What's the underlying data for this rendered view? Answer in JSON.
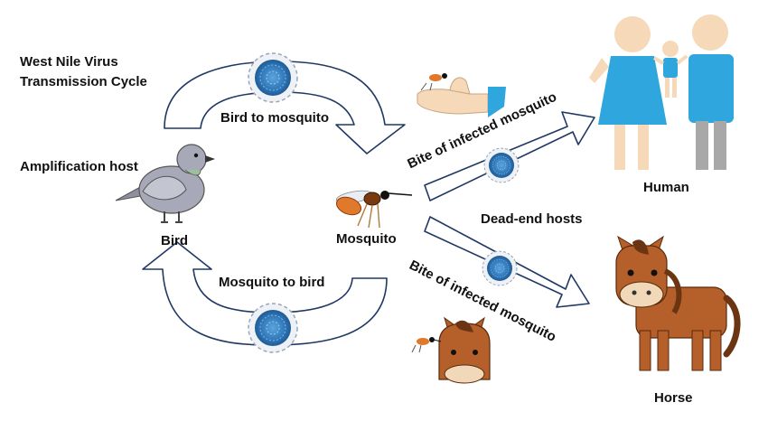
{
  "title": {
    "line1": "West Nile Virus",
    "line2": "Transmission Cycle"
  },
  "labels": {
    "amplification_host": "Amplification host",
    "bird": "Bird",
    "mosquito": "Mosquito",
    "bird_to_mosquito": "Bird to mosquito",
    "mosquito_to_bird": "Mosquito to bird",
    "bite_upper": "Bite of infected mosquito",
    "bite_lower": "Bite of infected mosquito",
    "dead_end_hosts": "Dead-end hosts",
    "human": "Human",
    "horse": "Horse"
  },
  "colors": {
    "arrow_outline": "#1f3864",
    "virus_blue": "#2e75b6",
    "human_blue": "#2fa6de",
    "skin": "#f5d9b8",
    "horse_brown": "#b5602a",
    "horse_dark": "#6b3412",
    "bird_grey": "#a7a9b8",
    "mosquito_orange": "#e0792b"
  },
  "icons": [
    "virus-icon",
    "bird-icon",
    "mosquito-icon",
    "human-family-icon",
    "horse-icon",
    "hand-icon",
    "horse-head-icon"
  ]
}
